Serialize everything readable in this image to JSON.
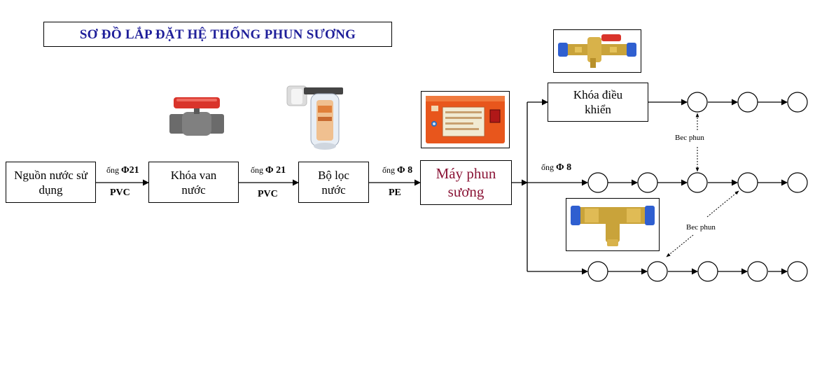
{
  "title": "SƠ ĐỒ LẮP  ĐẶT HỆ THỐNG PHUN SƯƠNG",
  "nodes": {
    "source": "Nguồn nước sử dụng",
    "valve": "Khóa van nước",
    "filter": "Bộ lọc nước",
    "machine": "Máy phun sương",
    "control_valve": "Khóa điều khiển"
  },
  "pipes": [
    {
      "prefix": "ống",
      "size": "Φ21",
      "material": "PVC"
    },
    {
      "prefix": "ống",
      "size": "Φ 21",
      "material": "PVC"
    },
    {
      "prefix": "ống",
      "size": "Φ 8",
      "material": "PE"
    },
    {
      "prefix": "ống",
      "size": "Φ 8",
      "material": ""
    }
  ],
  "nozzle_label": "Bec phun",
  "colors": {
    "title": "#1f1f9a",
    "machine_label": "#8b1537",
    "machine_body": "#e8561c"
  }
}
